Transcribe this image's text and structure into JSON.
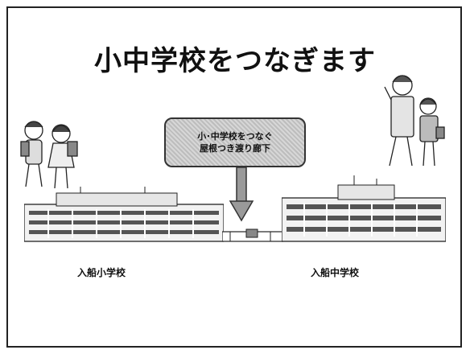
{
  "slide": {
    "title": "小中学校をつなぎます",
    "callout": {
      "line1": "小･中学校をつなぐ",
      "line2": "屋根つき渡り廊下"
    },
    "labels": {
      "elementary": "入船小学校",
      "junior_high": "入船中学校"
    }
  }
}
